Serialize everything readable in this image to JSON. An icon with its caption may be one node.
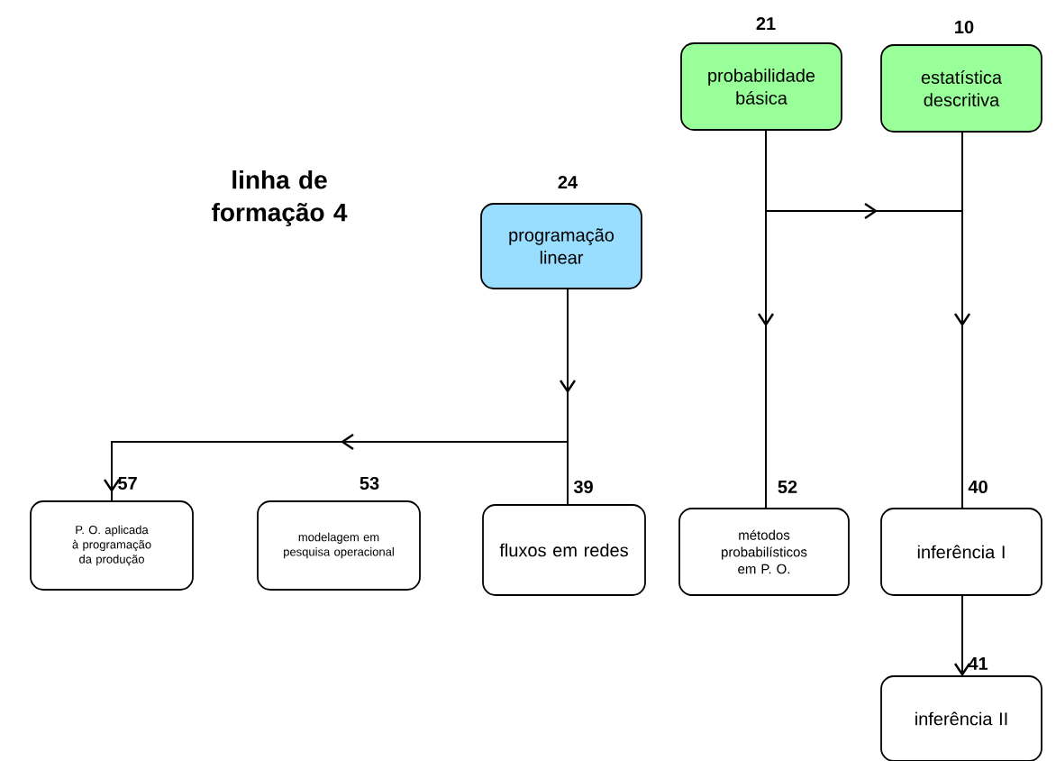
{
  "diagram": {
    "title": "linha de formação 4",
    "nodes": [
      {
        "text": [
          "probabilidade básica"
        ],
        "beside": [
          "21"
        ]
      },
      {
        "text": [
          "estatística descritiva"
        ],
        "beside": [
          "10"
        ]
      },
      {
        "text": [
          "programação linear"
        ],
        "beside": [
          "24"
        ]
      },
      {
        "text": [
          "P. O. aplicada à programação da produção"
        ],
        "beside": [
          "57"
        ]
      },
      {
        "text": [
          "modelagem em pesquisa operacional"
        ],
        "beside": [
          "53"
        ]
      },
      {
        "text": [
          "fluxos em redes"
        ],
        "beside": [
          "39"
        ]
      },
      {
        "text": [
          "métodos probabilísticos em P. O."
        ],
        "beside": [
          "52"
        ]
      },
      {
        "text": [
          "inferência I"
        ],
        "beside": [
          "40"
        ]
      },
      {
        "text": [
          "inferência II"
        ],
        "beside": [
          "41"
        ]
      }
    ],
    "edges": [
      {
        "from": 0,
        "to": 6,
        "arrow": "to"
      },
      {
        "from": 1,
        "to": 7,
        "arrow": "to"
      },
      {
        "from": 0,
        "to": 7,
        "arrow": "to"
      },
      {
        "from": 2,
        "to": 5,
        "arrow": "to"
      },
      {
        "from": 2,
        "to": 3,
        "arrow": "to"
      },
      {
        "from": 7,
        "to": 8,
        "arrow": "to"
      }
    ]
  }
}
